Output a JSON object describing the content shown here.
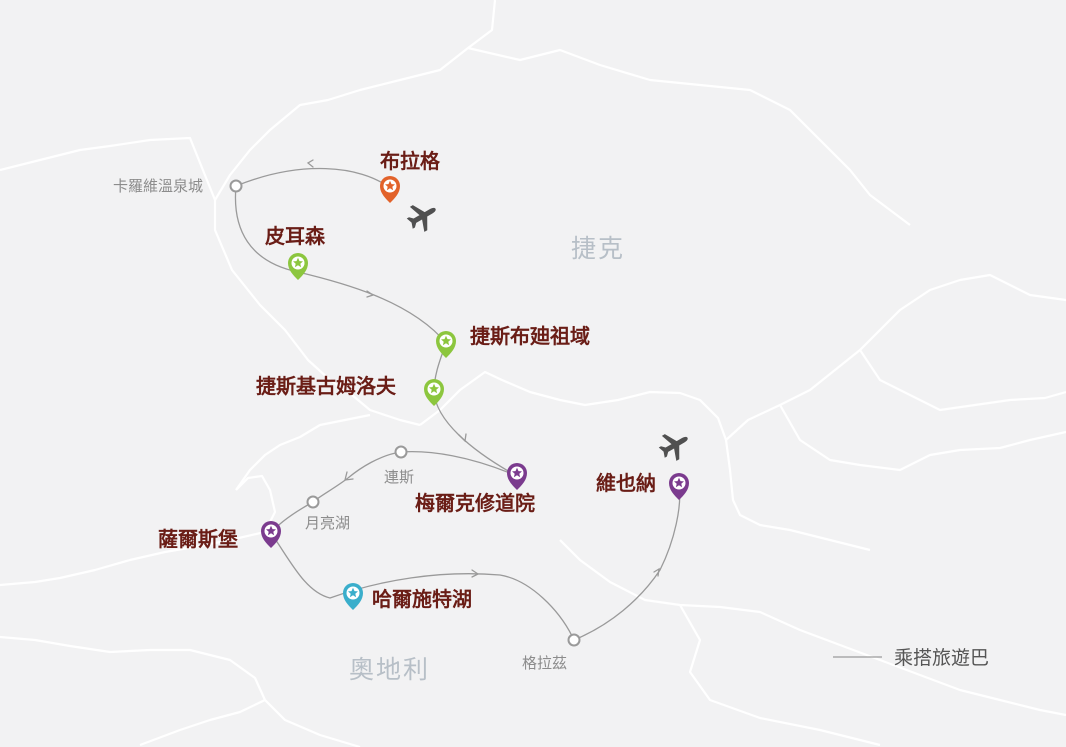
{
  "countries": {
    "czech": "捷克",
    "austria": "奧地利"
  },
  "stops": {
    "karlovy_vary": "卡羅維溫泉城",
    "prague": "布拉格",
    "plzen": "皮耳森",
    "cesky_budejovice": "捷斯布廸祖域",
    "cesky_krumlov": "捷斯基古姆洛夫",
    "melk": "梅爾克修道院",
    "linz": "連斯",
    "mondsee": "月亮湖",
    "salzburg": "薩爾斯堡",
    "hallstatt": "哈爾施特湖",
    "graz": "格拉茲",
    "vienna": "維也納"
  },
  "legend": {
    "bus_route": "乘搭旅遊巴"
  },
  "colors": {
    "prague_marker": "#e2622a",
    "green_marker": "#8cc63e",
    "purple_marker": "#7b3b8e",
    "teal_marker": "#3aaecb",
    "route": "#9a9a9a",
    "label_major": "#6a1d16",
    "plane": "#505050"
  },
  "icons": [
    "airplane-icon",
    "star-pin-icon",
    "waypoint-circle-icon"
  ]
}
